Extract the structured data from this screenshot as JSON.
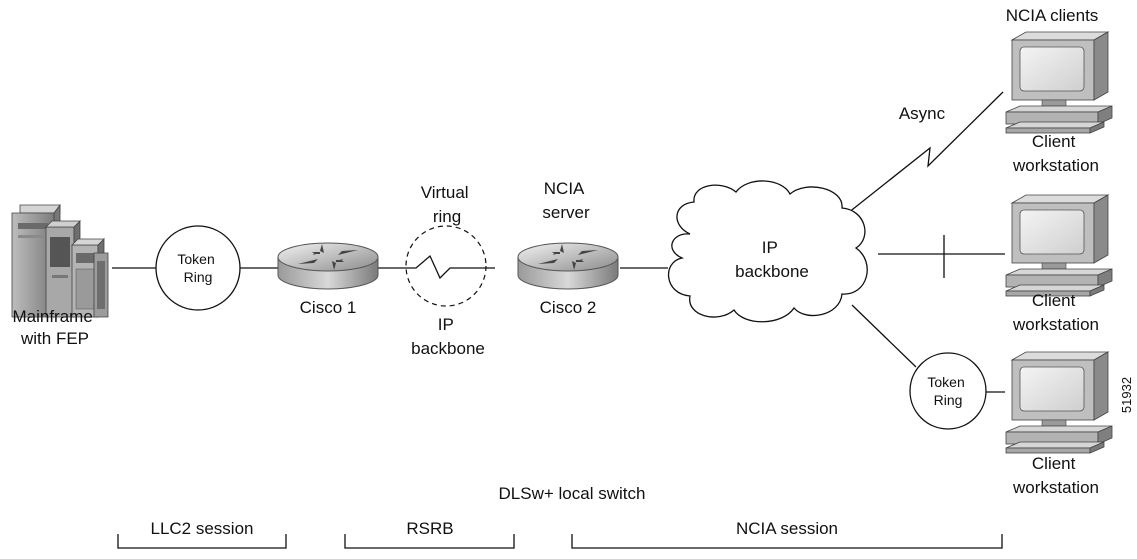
{
  "figure_id": "51932",
  "labels": {
    "mainframe": [
      "Mainframe",
      "with FEP"
    ],
    "token_ring_left": [
      "Token",
      "Ring"
    ],
    "cisco1": "Cisco 1",
    "virtual_ring": [
      "Virtual",
      "ring"
    ],
    "ip_backbone_small": [
      "IP",
      "backbone"
    ],
    "ncia_server": [
      "NCIA",
      "server"
    ],
    "cisco2": "Cisco 2",
    "ip_backbone_cloud": [
      "IP",
      "backbone"
    ],
    "async": "Async",
    "ncia_clients": "NCIA clients",
    "token_ring_right": [
      "Token",
      "Ring"
    ],
    "client_top": [
      "Client",
      "workstation"
    ],
    "client_mid": [
      "Client",
      "workstation"
    ],
    "client_bottom": [
      "Client",
      "workstation"
    ],
    "dlsw": "DLSw+ local switch"
  },
  "sessions": [
    {
      "label": "LLC2 session"
    },
    {
      "label": "RSRB"
    },
    {
      "label": "NCIA session"
    }
  ],
  "icons": {
    "mainframe": "mainframe-icon",
    "router": "router-icon",
    "cloud": "cloud-icon",
    "workstation": "workstation-icon",
    "token_ring": "token-ring-icon"
  }
}
